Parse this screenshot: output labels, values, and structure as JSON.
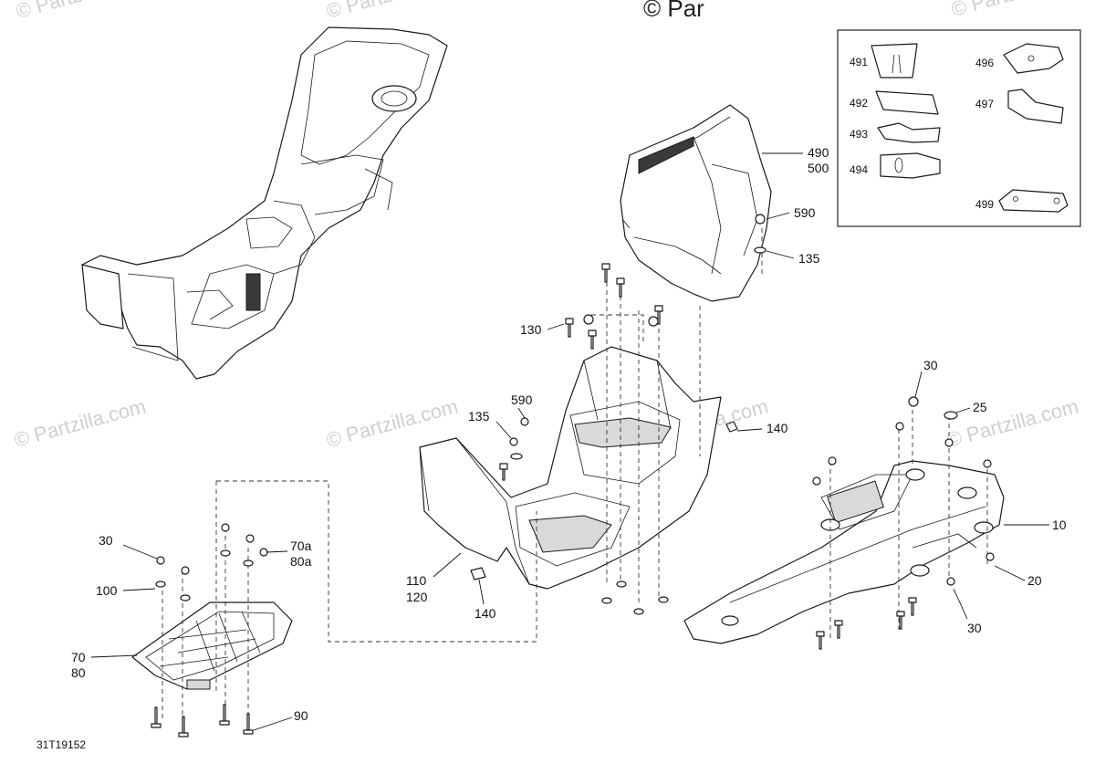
{
  "watermarks": {
    "top": "© Par",
    "repeat": "© Partzilla.com"
  },
  "diagram_id": "31T19152",
  "inset_labels": [
    "491",
    "492",
    "493",
    "494",
    "496",
    "497",
    "499"
  ],
  "callouts": {
    "c490": "490",
    "c500": "500",
    "c590a": "590",
    "c135a": "135",
    "c130": "130",
    "c590b": "590",
    "c135b": "135",
    "c140a": "140",
    "c30a": "30",
    "c25": "25",
    "c10": "10",
    "c20": "20",
    "c30b": "30",
    "c110": "110",
    "c120": "120",
    "c140b": "140",
    "c30c": "30",
    "c70a": "70a",
    "c80a": "80a",
    "c100": "100",
    "c70": "70",
    "c80": "80",
    "c90": "90"
  }
}
